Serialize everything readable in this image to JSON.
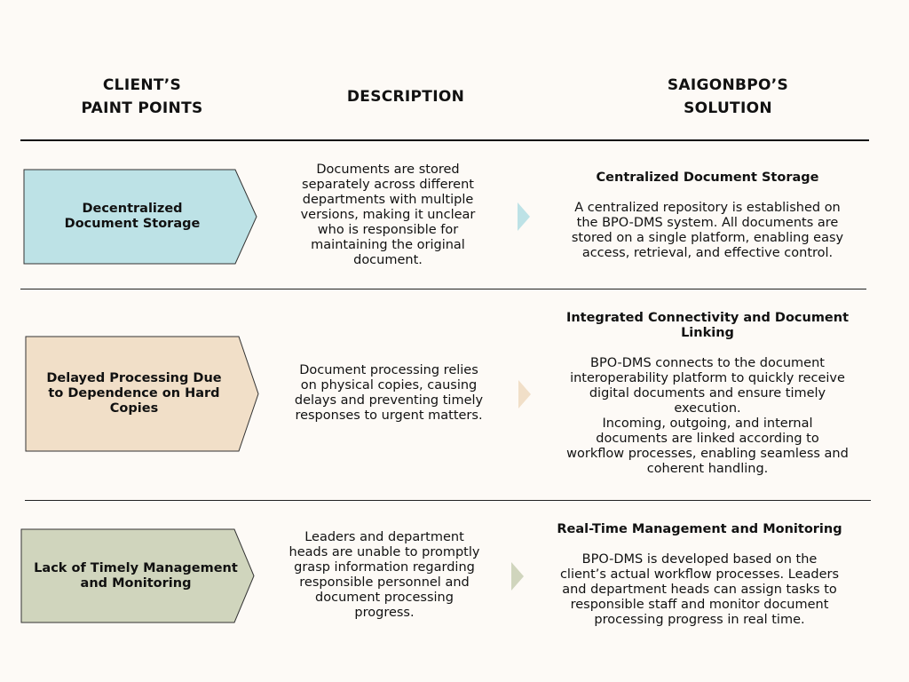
{
  "headers": {
    "col1": [
      "CLIENT’S",
      "PAINT POINTS"
    ],
    "col2": "DESCRIPTION",
    "col3": [
      "SAIGONBPO’S",
      "SOLUTION"
    ]
  },
  "colors": {
    "row1": "#bde2e6",
    "row2": "#f1dfc8",
    "row3": "#d0d5bd",
    "background": "#fdfaf6"
  },
  "rows": [
    {
      "pain_point": [
        "Decentralized",
        "Document Storage"
      ],
      "description": [
        "Documents are stored",
        "separately across different",
        "departments with multiple",
        "versions, making it unclear",
        "who is responsible for",
        "maintaining the original",
        "document."
      ],
      "solution_title": [
        "Centralized Document Storage"
      ],
      "solution_body": [
        "A centralized repository is established on",
        "the BPO-DMS system. All documents are",
        "stored on a single platform, enabling easy",
        "access, retrieval, and effective control."
      ]
    },
    {
      "pain_point": [
        "Delayed Processing Due",
        "to Dependence on Hard",
        "Copies"
      ],
      "description": [
        "Document processing relies",
        "on physical copies, causing",
        "delays and preventing timely",
        "responses to urgent matters."
      ],
      "solution_title": [
        "Integrated Connectivity and Document",
        "Linking"
      ],
      "solution_body": [
        "BPO-DMS connects to the document",
        "interoperability platform to quickly receive",
        "digital documents and ensure timely",
        "execution.",
        "Incoming, outgoing, and internal",
        "documents are linked according to",
        "workflow processes, enabling seamless and",
        "coherent handling."
      ]
    },
    {
      "pain_point": [
        "Lack of Timely Management",
        "and Monitoring"
      ],
      "description": [
        "Leaders and department",
        "heads are unable to promptly",
        "grasp information regarding",
        "responsible personnel and",
        "document processing",
        "progress."
      ],
      "solution_title": [
        "Real-Time Management and Monitoring"
      ],
      "solution_body": [
        "BPO-DMS is developed based on the",
        "client’s actual workflow processes. Leaders",
        "and department heads can assign tasks to",
        "responsible staff and monitor document",
        "processing progress in real time."
      ]
    }
  ]
}
